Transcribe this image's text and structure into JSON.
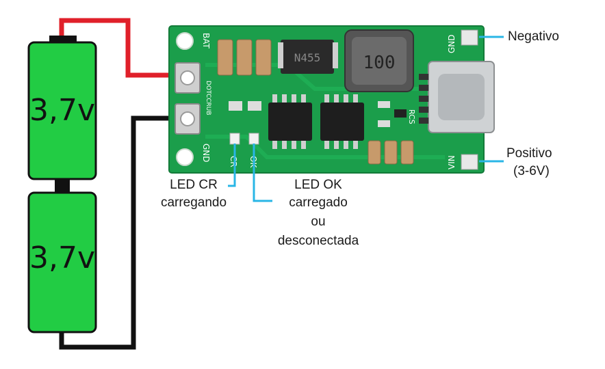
{
  "batteries": [
    {
      "label": "3,7v"
    },
    {
      "label": "3,7v"
    }
  ],
  "board": {
    "silkscreen": {
      "bat": "BAT",
      "dotcr_ub": "DOTCCRUB",
      "gnd_left": "GND",
      "gnd_right": "GND",
      "vin": "VIN",
      "rcs": "RCS",
      "cr": "CR",
      "ok": "OK",
      "inductor": "100",
      "ic_top": "N455"
    }
  },
  "labels": {
    "negativo": "Negativo",
    "positivo": "Positivo",
    "positivo_range": "(3-6V)",
    "led_cr_1": "LED CR",
    "led_cr_2": "carregando",
    "led_ok_1": "LED OK",
    "led_ok_2": "carregado",
    "led_ok_3": "ou",
    "led_ok_4": "desconectada"
  },
  "colors": {
    "battery": "#22cc44",
    "pcb": "#1b9e4b",
    "red_wire": "#e0202a",
    "black_wire": "#111111",
    "callout": "#29b6e6"
  }
}
